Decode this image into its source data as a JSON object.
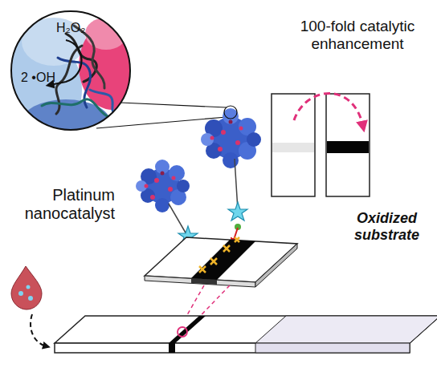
{
  "diagram": {
    "nodes": [
      {
        "text": [
          "H₂O₂",
          "2 •OH"
        ]
      }
    ],
    "labels": [
      "Platinum nanocatalyst",
      "100-fold catalytic enhancement",
      "Oxidized substrate"
    ]
  }
}
